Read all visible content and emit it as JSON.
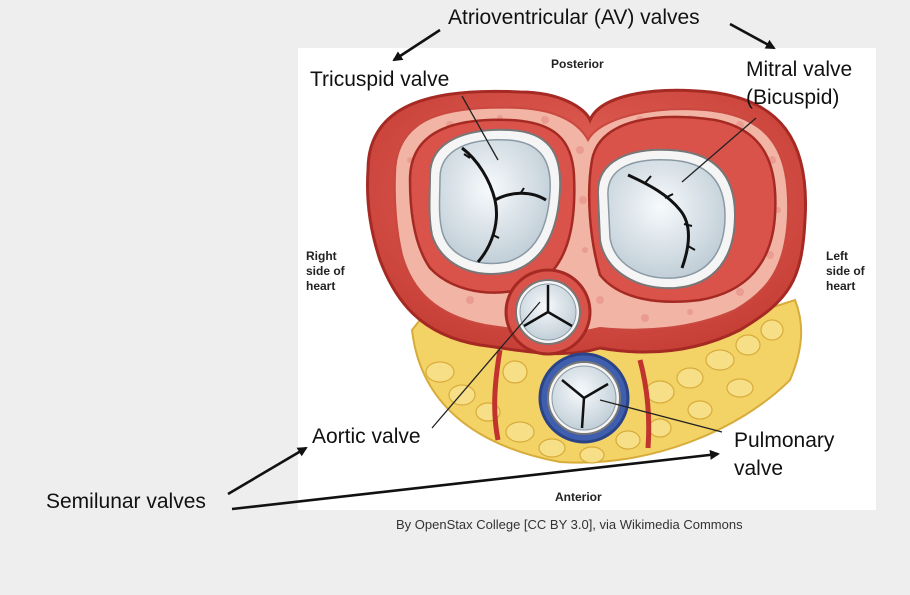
{
  "diagram": {
    "labels": {
      "av_valves": "Atrioventricular (AV) valves",
      "tricuspid": "Tricuspid valve",
      "mitral_line1": "Mitral valve",
      "mitral_line2": "(Bicuspid)",
      "aortic": "Aortic valve",
      "pulmonary_line1": "Pulmonary",
      "pulmonary_line2": "valve",
      "semilunar": "Semilunar valves"
    },
    "orientation": {
      "posterior": "Posterior",
      "anterior": "Anterior",
      "right_line1": "Right",
      "right_line2": "side of",
      "right_line3": "heart",
      "left_line1": "Left",
      "left_line2": "side of",
      "left_line3": "heart"
    },
    "credit": "By OpenStax College [CC BY 3.0], via Wikimedia Commons",
    "colors": {
      "page_bg": "#eeeeee",
      "panel_bg": "#ffffff",
      "muscle": "#d9534a",
      "muscle_dark": "#b8322c",
      "muscle_light": "#ee8b78",
      "fat": "#f3d266",
      "fat_dark": "#d8ac3a",
      "valve": "#e4ecf0",
      "valve_rim": "#f5f5f5",
      "pulmonary_rim": "#3f5fae",
      "cusp_line": "#111111",
      "arrow": "#111111"
    }
  }
}
